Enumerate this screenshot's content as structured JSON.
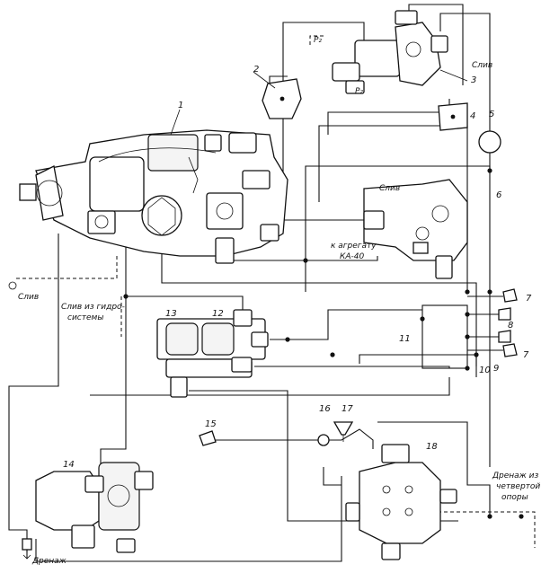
{
  "labels": {
    "p1": "1",
    "p2": "2",
    "p3": "3",
    "p4": "4",
    "p5": "5",
    "p6": "6",
    "p7a": "7",
    "p7b": "7",
    "p8": "8",
    "p9": "9",
    "p10": "10",
    "p11": "11",
    "p12": "12",
    "p13": "13",
    "p14": "14",
    "p15": "15",
    "p16": "16",
    "p17": "17",
    "p18": "18"
  },
  "texts": {
    "sliv_left": "Слив",
    "sliv_top": "Слив",
    "sliv_mid": "Слив",
    "sliv_hydro_1": "Слив из гидро-",
    "sliv_hydro_2": "системы",
    "agregat_1": "к агрегату",
    "agregat_2": "КА-40",
    "drenazh_bottom": "Дренаж",
    "drenazh_right_1": "Дренаж из",
    "drenazh_right_2": "четвертой",
    "drenazh_right_3": "опоры",
    "p_label_a": "P₂",
    "p_label_b": "P₂"
  }
}
